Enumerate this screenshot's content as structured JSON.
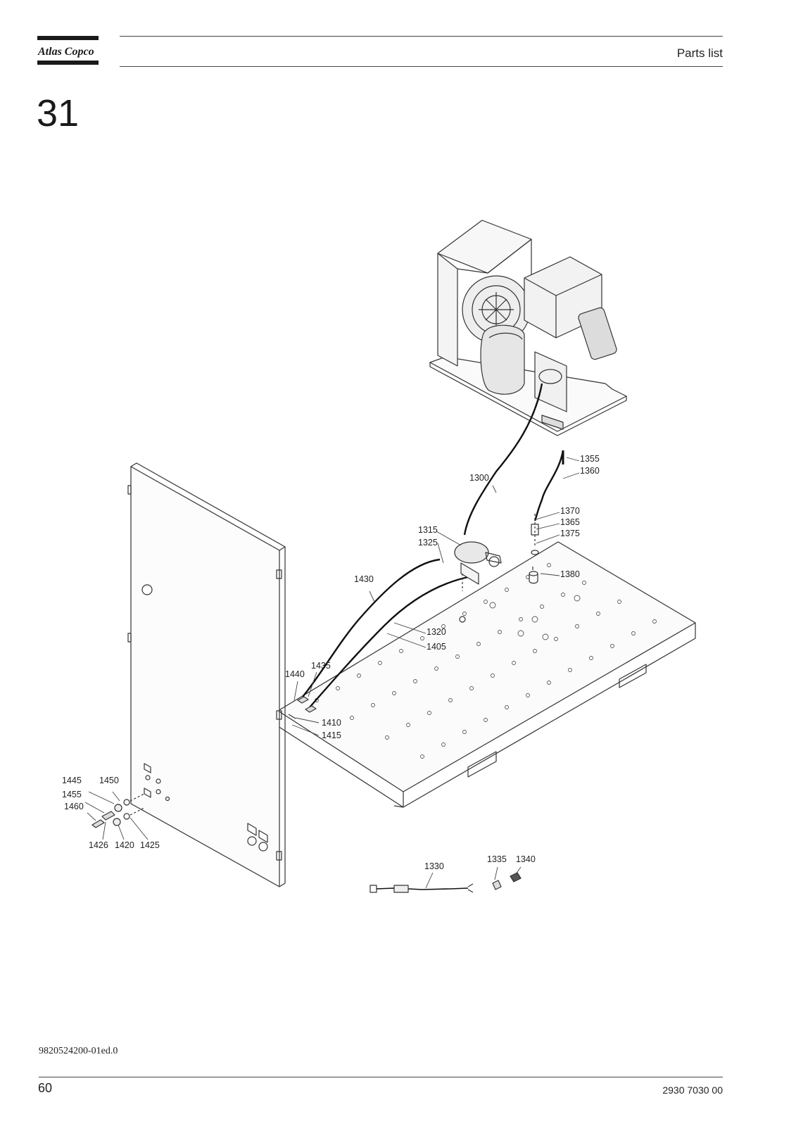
{
  "header": {
    "logo_text": "Atlas Copco",
    "title": "Parts list"
  },
  "section": {
    "number": "31"
  },
  "callouts": {
    "c1300": "1300",
    "c1315": "1315",
    "c1320": "1320",
    "c1325": "1325",
    "c1330": "1330",
    "c1335": "1335",
    "c1340": "1340",
    "c1355": "1355",
    "c1360": "1360",
    "c1365": "1365",
    "c1370": "1370",
    "c1375": "1375",
    "c1380": "1380",
    "c1405": "1405",
    "c1410": "1410",
    "c1415": "1415",
    "c1420": "1420",
    "c1425": "1425",
    "c1426": "1426",
    "c1430": "1430",
    "c1435": "1435",
    "c1440": "1440",
    "c1445": "1445",
    "c1450": "1450",
    "c1455": "1455",
    "c1460": "1460"
  },
  "footer": {
    "doc_code": "9820524200-01ed.0",
    "page_number": "60",
    "doc_ref": "2930 7030 00"
  }
}
